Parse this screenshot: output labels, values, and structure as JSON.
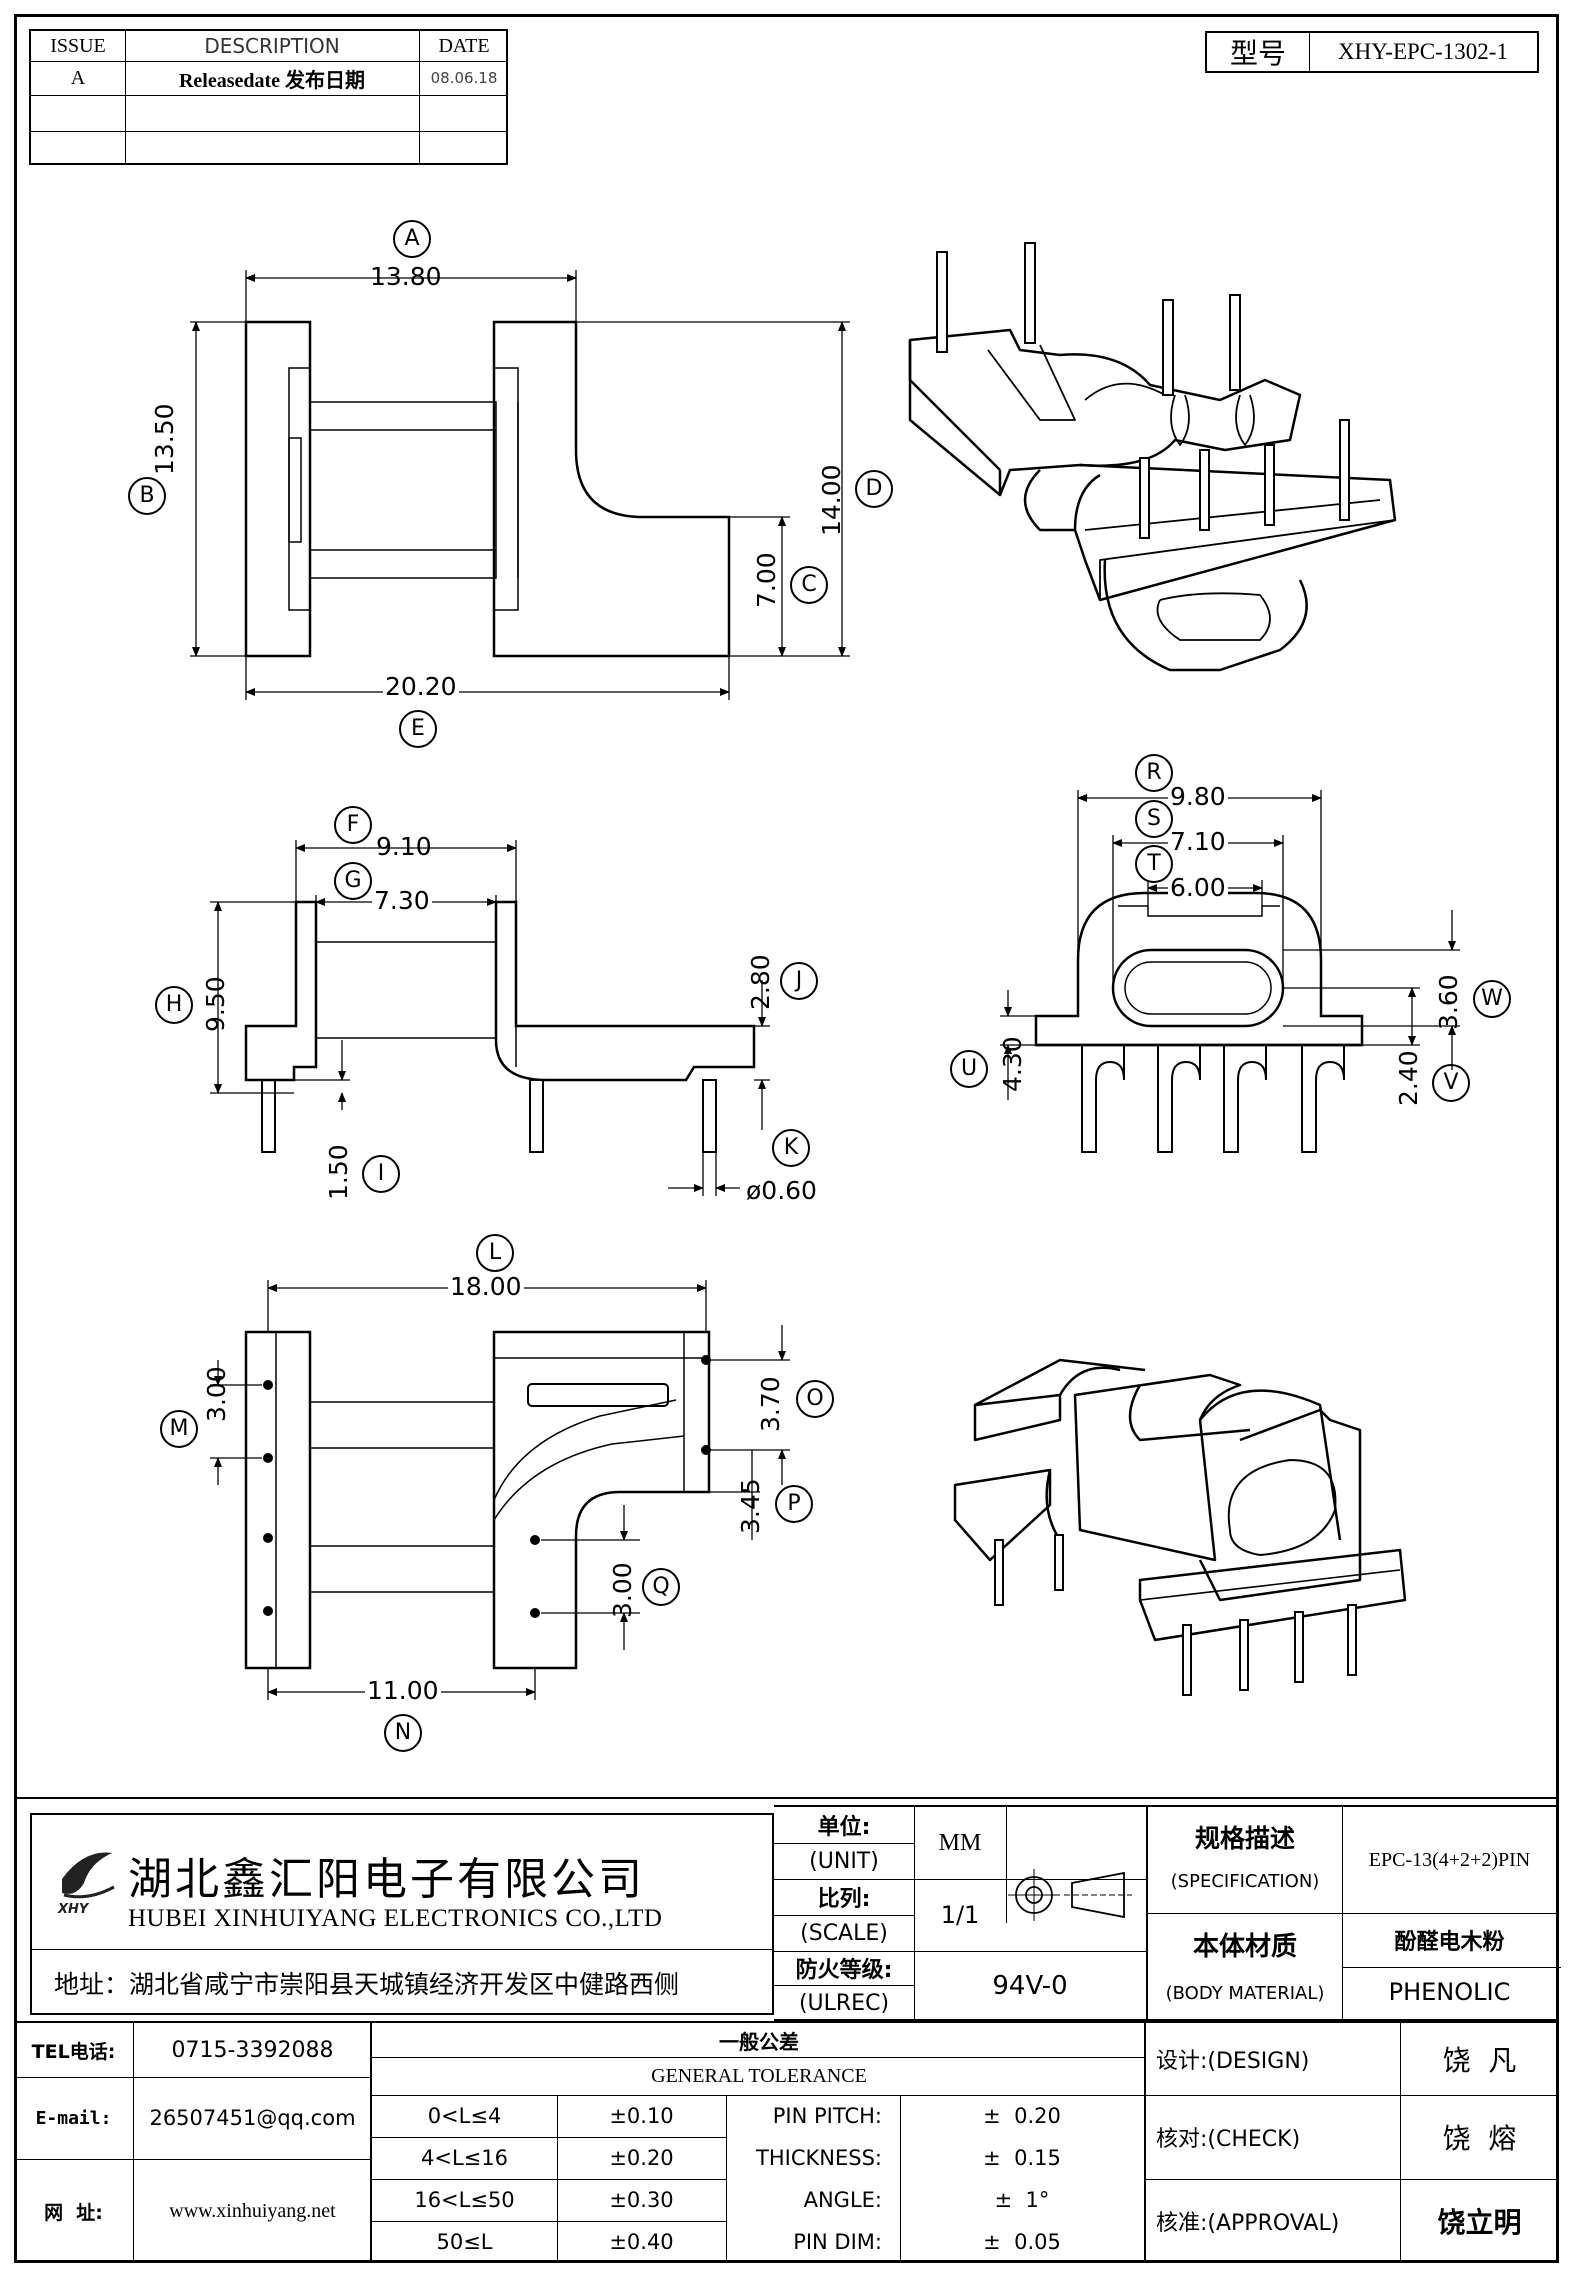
{
  "revision_table": {
    "headers": {
      "issue": "ISSUE",
      "description": "DESCRIPTION",
      "date": "DATE"
    },
    "rows": [
      {
        "issue": "A",
        "description": "Releasedate 发布日期",
        "date": "08.06.18"
      },
      {
        "issue": "",
        "description": "",
        "date": ""
      },
      {
        "issue": "",
        "description": "",
        "date": ""
      }
    ]
  },
  "model_box": {
    "label": "型号",
    "value": "XHY-EPC-1302-1"
  },
  "dimensions": {
    "A": "13.80",
    "B": "13.50",
    "C": "7.00",
    "D": "14.00",
    "E": "20.20",
    "F": "9.10",
    "G": "7.30",
    "H": "9.50",
    "I": "1.50",
    "J": "2.80",
    "K": "ø0.60",
    "R": "9.80",
    "S": "7.10",
    "T": "6.00",
    "U": "4.30",
    "V": "2.40",
    "W": "3.60",
    "L": "18.00",
    "M": "3.00",
    "N": "11.00",
    "O": "3.70",
    "P": "3.45",
    "Q": "3.00"
  },
  "title_block": {
    "company_cn": "湖北鑫汇阳电子有限公司",
    "company_en": "HUBEI XINHUIYANG ELECTRONICS CO.,LTD",
    "address": "地址：湖北省咸宁市崇阳县天城镇经济开发区中健路西侧",
    "unit_label": "单位:",
    "unit_label_en": "(UNIT)",
    "unit_value": "MM",
    "scale_label": "比列:",
    "scale_label_en": "(SCALE)",
    "scale_value": "1/1",
    "fire_label": "防火等级:",
    "fire_label_en": "(ULREC)",
    "fire_value": "94V-0",
    "spec_label": "规格描述",
    "spec_label_en": "(SPECIFICATION)",
    "spec_value": "EPC-13(4+2+2)PIN",
    "material_label": "本体材质",
    "material_label_en": "(BODY MATERIAL)",
    "material_value_cn": "酚醛电木粉",
    "material_value_en": "PHENOLIC"
  },
  "contact": {
    "tel_label": "TEL电话:",
    "tel": "0715-3392088",
    "email_label": "E-mail:",
    "email": "26507451@qq.com",
    "web_label": "网  址:",
    "web": "www.xinhuiyang.net"
  },
  "tolerance": {
    "title_cn": "一般公差",
    "title_en": "GENERAL TOLERANCE",
    "ranges": [
      {
        "range": "0<L≤4",
        "tol": "±0.10"
      },
      {
        "range": "4<L≤16",
        "tol": "±0.20"
      },
      {
        "range": "16<L≤50",
        "tol": "±0.30"
      },
      {
        "range": "50≤L",
        "tol": "±0.40"
      }
    ],
    "items": [
      {
        "name": "PIN PITCH:",
        "tol": "±  0.20"
      },
      {
        "name": "THICKNESS:",
        "tol": "±  0.15"
      },
      {
        "name": "ANGLE:",
        "tol": "±  1°"
      },
      {
        "name": "PIN DIM:",
        "tol": "±  0.05"
      }
    ]
  },
  "approvals": {
    "design_label": "设计:(DESIGN)",
    "design": "饶  凡",
    "check_label": "核对:(CHECK)",
    "check": "饶  熔",
    "approval_label": "核准:(APPROVAL)",
    "approval": "饶立明"
  }
}
